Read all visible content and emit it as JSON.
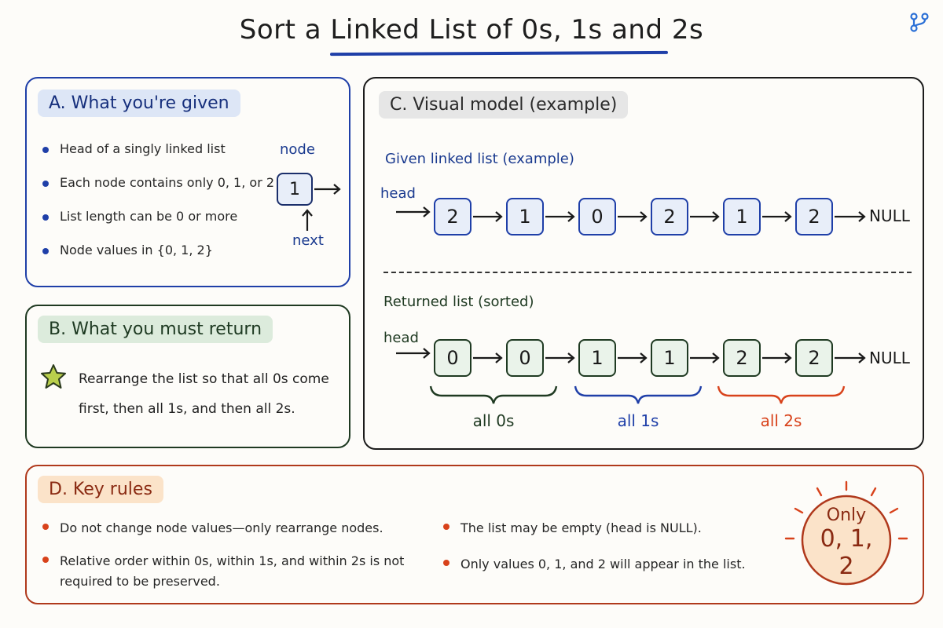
{
  "title": "Sort a Linked List of 0s, 1s and 2s",
  "panel_a": {
    "header": "A. What you're given",
    "bullets": [
      "Head of a singly linked list",
      "Each node contains only 0, 1, or 2",
      "List length can be 0 or more",
      "Node values in {0, 1, 2}"
    ],
    "diagram": {
      "node_label": "node",
      "node_value": "1",
      "next_label": "next"
    }
  },
  "panel_b": {
    "header": "B. What you must return",
    "text": "Rearrange the list so that all 0s come first, then all 1s, and then all 2s."
  },
  "panel_c": {
    "header": "C. Visual model (example)",
    "given_label": "Given linked list (example)",
    "given_head": "head",
    "given_nodes": [
      "2",
      "1",
      "0",
      "2",
      "1",
      "2"
    ],
    "given_null": "NULL",
    "returned_label": "Returned list (sorted)",
    "returned_head": "head",
    "returned_nodes": [
      "0",
      "0",
      "1",
      "1",
      "2",
      "2"
    ],
    "returned_null": "NULL",
    "groups": [
      "all 0s",
      "all 1s",
      "all 2s"
    ]
  },
  "panel_d": {
    "header": "D. Key rules",
    "left_bullets": [
      "Do not change node values—only rearrange nodes.",
      "Relative order within 0s, within 1s, and within 2s is not required to be preserved."
    ],
    "right_bullets": [
      "The list may be empty (head is NULL).",
      "Only values 0, 1, and 2 will appear in the list."
    ],
    "badge_top": "Only",
    "badge_values": "0, 1, 2"
  },
  "colors": {
    "blue": "#1f3fa8",
    "green": "#1f3a22",
    "red": "#d8421b",
    "dark_red": "#8a2a12"
  }
}
